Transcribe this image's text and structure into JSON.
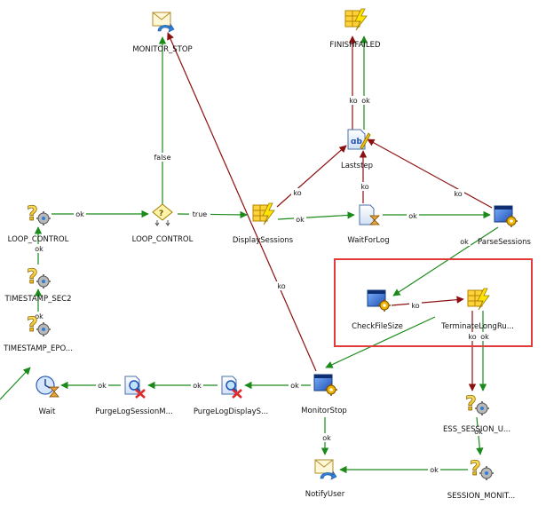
{
  "diagram": {
    "nodes": [
      {
        "id": "monitor_stop",
        "label": "MONITOR_STOP",
        "icon": "mail-reply-icon"
      },
      {
        "id": "finish_failed",
        "label": "FINISHFAILED",
        "icon": "lightning-table-icon"
      },
      {
        "id": "laststep",
        "label": "Laststep",
        "icon": "text-document-pencil-icon"
      },
      {
        "id": "loop_control_1",
        "label": "LOOP_CONTROL",
        "icon": "question-gear-icon"
      },
      {
        "id": "loop_control_2",
        "label": "LOOP_CONTROL",
        "icon": "condition-icon"
      },
      {
        "id": "display_sessions",
        "label": "DisplaySessions",
        "icon": "lightning-table-icon"
      },
      {
        "id": "wait_for_log",
        "label": "WaitForLog",
        "icon": "document-hourglass-icon"
      },
      {
        "id": "parse_sessions",
        "label": "ParseSessions",
        "icon": "window-gear-icon"
      },
      {
        "id": "timestamp_sec2",
        "label": "TIMESTAMP_SEC2",
        "icon": "question-gear-icon"
      },
      {
        "id": "timestamp_epo",
        "label": "TIMESTAMP_EPO...",
        "icon": "question-gear-icon"
      },
      {
        "id": "check_file_size",
        "label": "CheckFileSize",
        "icon": "window-gear-icon"
      },
      {
        "id": "terminate_long_run",
        "label": "TerminateLongRu...",
        "icon": "lightning-table-icon"
      },
      {
        "id": "wait",
        "label": "Wait",
        "icon": "clock-hourglass-icon"
      },
      {
        "id": "purge_log_session_m",
        "label": "PurgeLogSessionM...",
        "icon": "search-delete-icon"
      },
      {
        "id": "purge_log_display_s",
        "label": "PurgeLogDisplayS...",
        "icon": "search-delete-icon"
      },
      {
        "id": "monitor_stop_step",
        "label": "MonitorStop",
        "icon": "window-gear-icon"
      },
      {
        "id": "ess_session_u",
        "label": "ESS_SESSION_U...",
        "icon": "question-gear-icon"
      },
      {
        "id": "notify_user",
        "label": "NotifyUser",
        "icon": "mail-reply-icon"
      },
      {
        "id": "session_monit",
        "label": "SESSION_MONIT...",
        "icon": "question-gear-icon"
      }
    ],
    "edges": [
      {
        "id": "e1",
        "from": "loop_control_2",
        "to": "monitor_stop",
        "label": "false",
        "status": "ok"
      },
      {
        "id": "e2",
        "from": "loop_control_1",
        "to": "loop_control_2",
        "label": "ok",
        "status": "ok"
      },
      {
        "id": "e3",
        "from": "loop_control_2",
        "to": "display_sessions",
        "label": "true",
        "status": "ok"
      },
      {
        "id": "e4",
        "from": "display_sessions",
        "to": "laststep",
        "label": "ko",
        "status": "ko"
      },
      {
        "id": "e5",
        "from": "display_sessions",
        "to": "wait_for_log",
        "label": "ok",
        "status": "ok"
      },
      {
        "id": "e6",
        "from": "wait_for_log",
        "to": "laststep",
        "label": "ko",
        "status": "ko"
      },
      {
        "id": "e7",
        "from": "wait_for_log",
        "to": "parse_sessions",
        "label": "ok",
        "status": "ok"
      },
      {
        "id": "e8",
        "from": "parse_sessions",
        "to": "laststep",
        "label": "ko",
        "status": "ko"
      },
      {
        "id": "e9",
        "from": "laststep",
        "to": "finish_failed",
        "label": "ko",
        "status": "ko"
      },
      {
        "id": "e10",
        "from": "laststep",
        "to": "finish_failed",
        "label": "ok",
        "status": "ok"
      },
      {
        "id": "e11",
        "from": "parse_sessions",
        "to": "check_file_size",
        "label": "ok",
        "status": "ok"
      },
      {
        "id": "e12",
        "from": "check_file_size",
        "to": "terminate_long_run",
        "label": "ko",
        "status": "ko"
      },
      {
        "id": "e13",
        "from": "terminate_long_run",
        "to": "ess_session_u",
        "label": "ko",
        "status": "ko"
      },
      {
        "id": "e14",
        "from": "terminate_long_run",
        "to": "ess_session_u",
        "label": "ok",
        "status": "ok"
      },
      {
        "id": "e15",
        "from": "check_file_size",
        "to": "monitor_stop_step",
        "label": "",
        "status": "ok"
      },
      {
        "id": "e16",
        "from": "monitor_stop_step",
        "to": "monitor_stop",
        "label": "ko",
        "status": "ko"
      },
      {
        "id": "e17",
        "from": "monitor_stop_step",
        "to": "purge_log_display_s",
        "label": "ok",
        "status": "ok"
      },
      {
        "id": "e18",
        "from": "purge_log_display_s",
        "to": "purge_log_session_m",
        "label": "ok",
        "status": "ok"
      },
      {
        "id": "e19",
        "from": "purge_log_session_m",
        "to": "wait",
        "label": "ok",
        "status": "ok"
      },
      {
        "id": "e20",
        "from": "wait",
        "to": "timestamp_epo",
        "label": "",
        "status": "ok"
      },
      {
        "id": "e21",
        "from": "timestamp_epo",
        "to": "timestamp_sec2",
        "label": "ok",
        "status": "ok"
      },
      {
        "id": "e22",
        "from": "timestamp_sec2",
        "to": "loop_control_1",
        "label": "ok",
        "status": "ok"
      },
      {
        "id": "e23",
        "from": "monitor_stop_step",
        "to": "notify_user",
        "label": "ok",
        "status": "ok"
      },
      {
        "id": "e24",
        "from": "ess_session_u",
        "to": "session_monit",
        "label": "ok",
        "status": "ok"
      },
      {
        "id": "e25",
        "from": "session_monit",
        "to": "notify_user",
        "label": "ok",
        "status": "ok"
      }
    ]
  },
  "colors": {
    "ok": "#1a8a1a",
    "ko": "#8b1010",
    "highlight": "#e23b3b"
  }
}
